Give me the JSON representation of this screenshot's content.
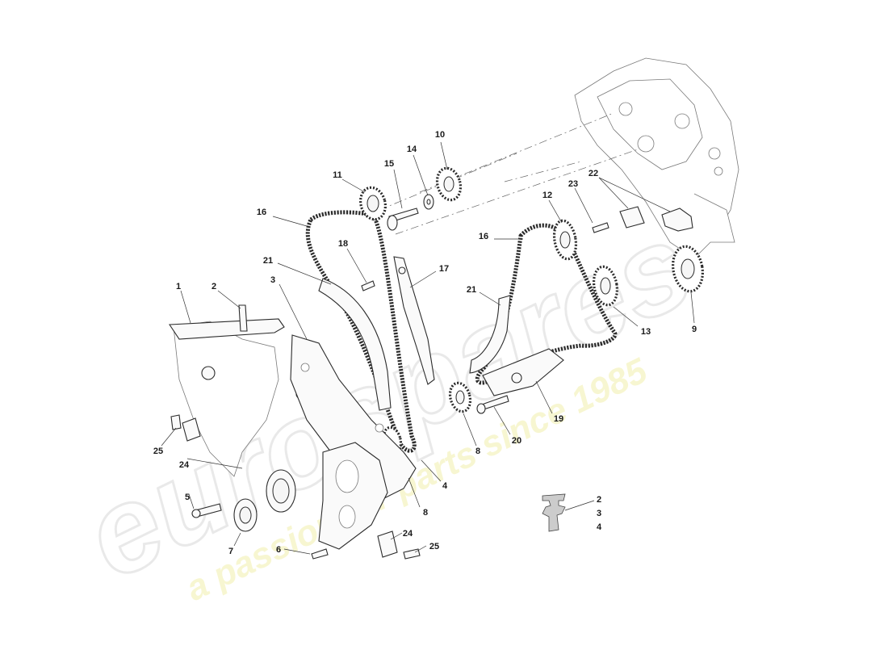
{
  "diagram": {
    "callouts": [
      {
        "id": "c10",
        "text": "10"
      },
      {
        "id": "c14",
        "text": "14"
      },
      {
        "id": "c15",
        "text": "15"
      },
      {
        "id": "c11",
        "text": "11"
      },
      {
        "id": "c23",
        "text": "23"
      },
      {
        "id": "c22",
        "text": "22"
      },
      {
        "id": "c12",
        "text": "12"
      },
      {
        "id": "c16a",
        "text": "16"
      },
      {
        "id": "c16b",
        "text": "16"
      },
      {
        "id": "c18",
        "text": "18"
      },
      {
        "id": "c21a",
        "text": "21"
      },
      {
        "id": "c17",
        "text": "17"
      },
      {
        "id": "c21b",
        "text": "21"
      },
      {
        "id": "c3",
        "text": "3"
      },
      {
        "id": "c1",
        "text": "1"
      },
      {
        "id": "c2",
        "text": "2"
      },
      {
        "id": "c13",
        "text": "13"
      },
      {
        "id": "c9",
        "text": "9"
      },
      {
        "id": "c19",
        "text": "19"
      },
      {
        "id": "c20",
        "text": "20"
      },
      {
        "id": "c8a",
        "text": "8"
      },
      {
        "id": "c25a",
        "text": "25"
      },
      {
        "id": "c24a",
        "text": "24"
      },
      {
        "id": "c4",
        "text": "4"
      },
      {
        "id": "c5",
        "text": "5"
      },
      {
        "id": "c8b",
        "text": "8"
      },
      {
        "id": "c7",
        "text": "7"
      },
      {
        "id": "c6",
        "text": "6"
      },
      {
        "id": "c24b",
        "text": "24"
      },
      {
        "id": "c25b",
        "text": "25"
      },
      {
        "id": "k2",
        "text": "2"
      },
      {
        "id": "k3",
        "text": "3"
      },
      {
        "id": "k4",
        "text": "4"
      }
    ]
  },
  "watermark": {
    "logo_text": "eurospares",
    "tagline": "a passion for parts since 1985",
    "logo_color": "#e6e6e6",
    "tagline_color": "#f3f1b8"
  }
}
